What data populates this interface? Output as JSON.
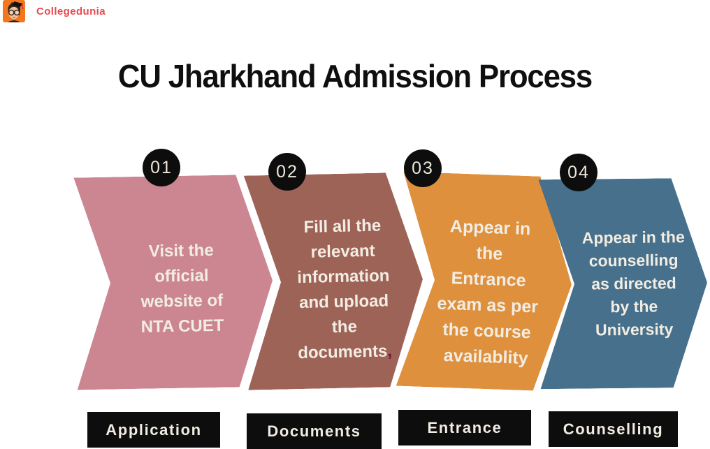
{
  "brand": {
    "name": "Collegedunia"
  },
  "title": "CU Jharkhand Admission Process",
  "steps": [
    {
      "number": "01",
      "label": "Application",
      "color": "#cb8692",
      "lines": [
        "Visit the",
        "official",
        "website of",
        "NTA CUET"
      ]
    },
    {
      "number": "02",
      "label": "Documents",
      "color": "#9e6357",
      "lines": [
        "Fill all the",
        "relevant",
        "information",
        "and upload",
        "the",
        "documents"
      ],
      "comma_suffix": ",",
      "comma_color": "#6d1345"
    },
    {
      "number": "03",
      "label": "Entrance",
      "color": "#de903d",
      "lines": [
        "Appear in",
        "the",
        "Entrance",
        "exam as per",
        "the course",
        "availablity"
      ]
    },
    {
      "number": "04",
      "label": "Counselling",
      "color": "#46708b",
      "lines": [
        "Appear in the",
        "counselling",
        "as directed",
        "by the",
        "University"
      ]
    }
  ],
  "icons": {
    "logo": "collegedunia-mascot-icon"
  },
  "colors": {
    "background": "#ffffff",
    "brand_text": "#e9494f",
    "logo_bg": "#f4771d",
    "title_text": "#0f0f0f",
    "arrow_text": "#f2ede3",
    "badge_bg": "#0d0d0d",
    "badge_text": "#ece7d9",
    "label_bg": "#0d0d0d",
    "label_text": "#f2ede3"
  }
}
